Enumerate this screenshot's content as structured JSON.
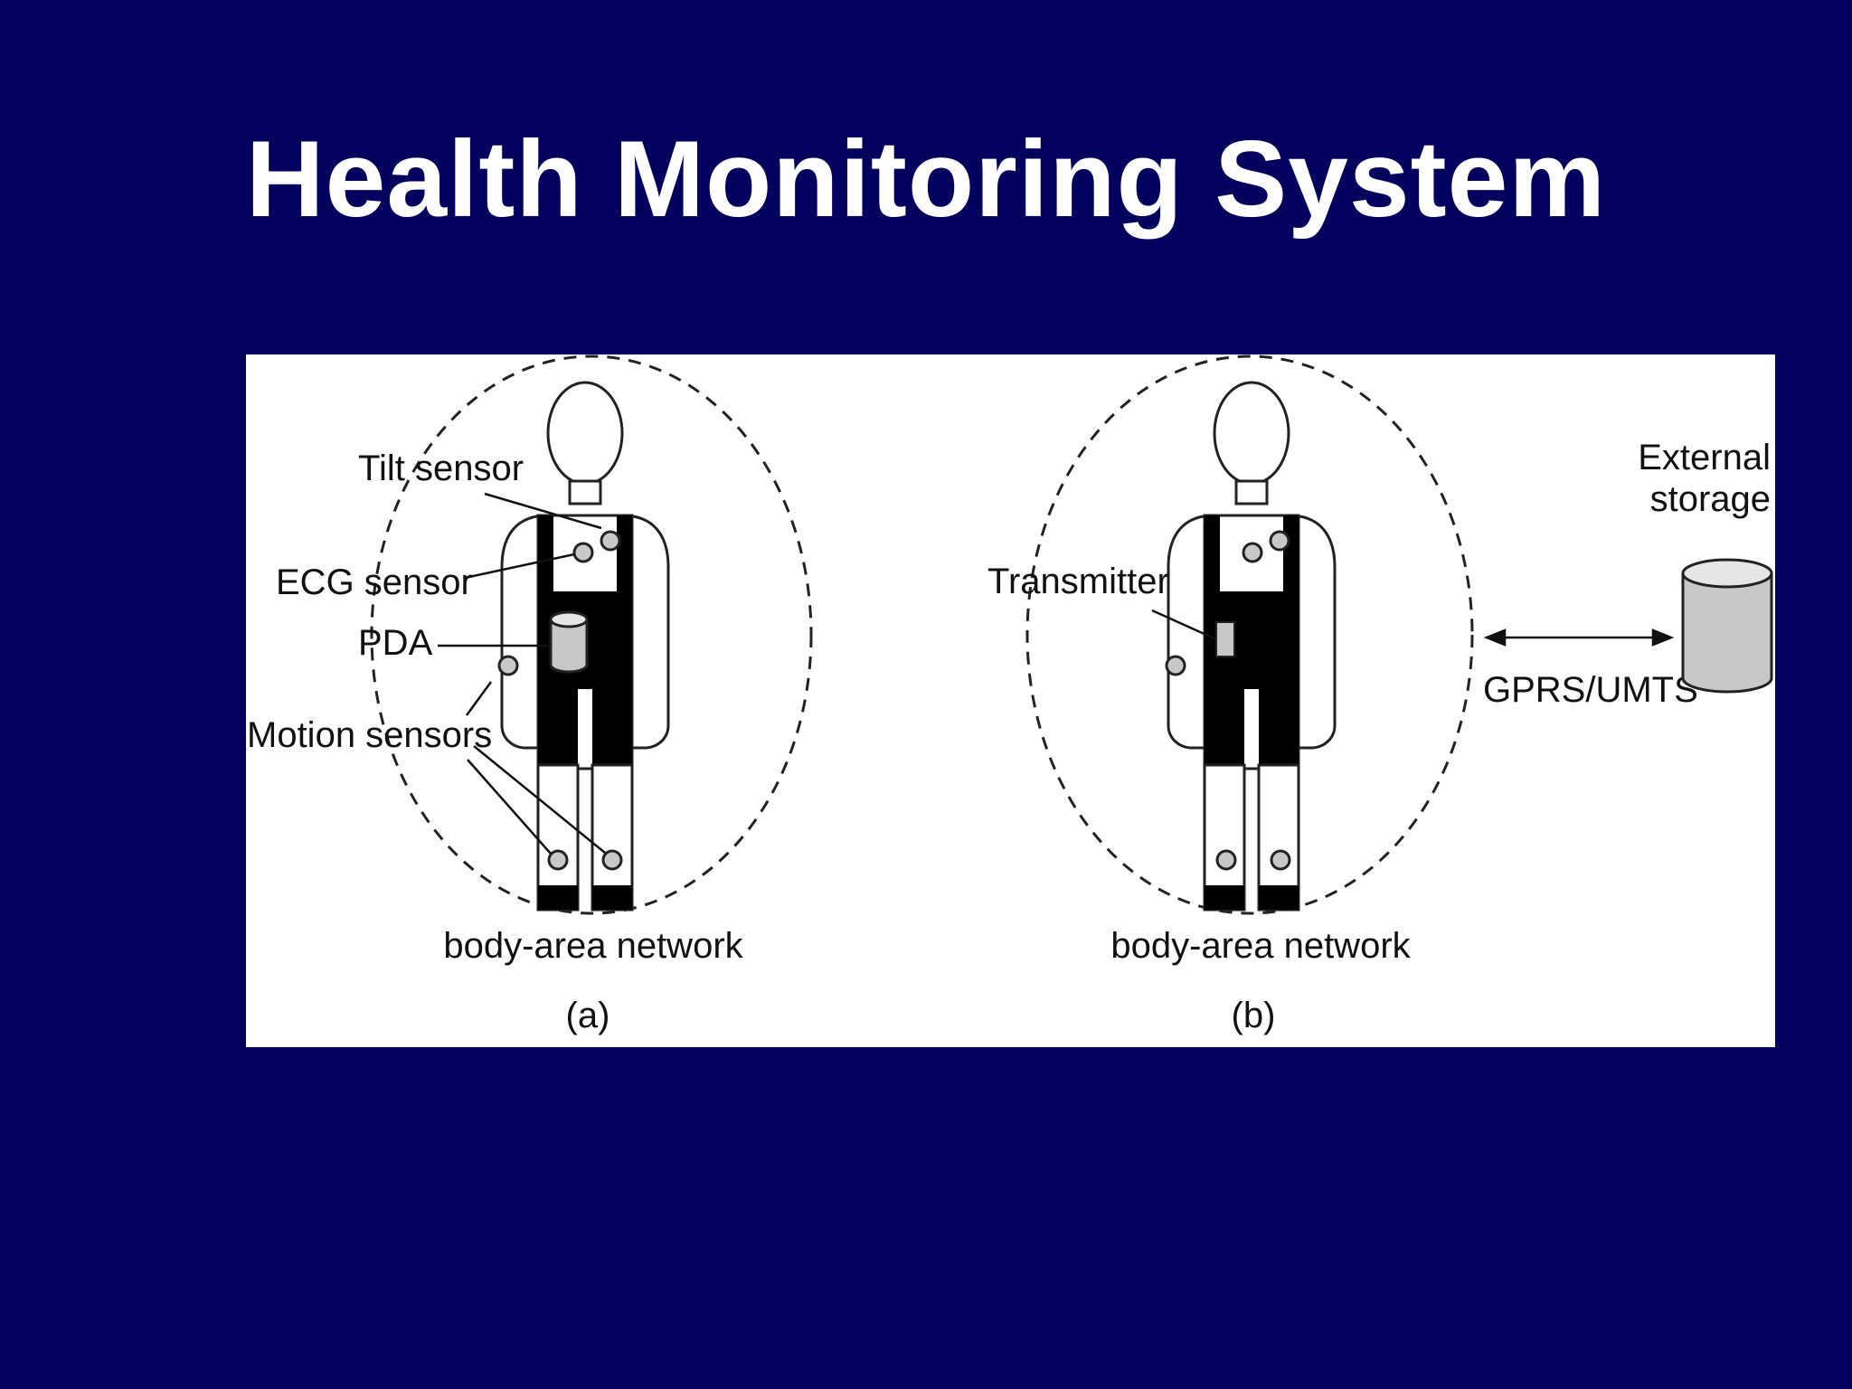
{
  "slide": {
    "title": "Health Monitoring System",
    "background_color": "#02015e",
    "title_color": "#ffffff"
  },
  "figure": {
    "panel_a": {
      "caption": "(a)",
      "network_label": "body-area network",
      "labels": {
        "tilt": "Tilt sensor",
        "ecg": "ECG sensor",
        "pda": "PDA",
        "motion": "Motion sensors"
      }
    },
    "panel_b": {
      "caption": "(b)",
      "network_label": "body-area network",
      "transmitter": "Transmitter",
      "link": "GPRS/UMTS",
      "storage_line1": "External",
      "storage_line2": "storage"
    },
    "colors": {
      "sensor_fill": "#c8c8c8",
      "garment": "#000000",
      "outline": "#222222"
    }
  }
}
